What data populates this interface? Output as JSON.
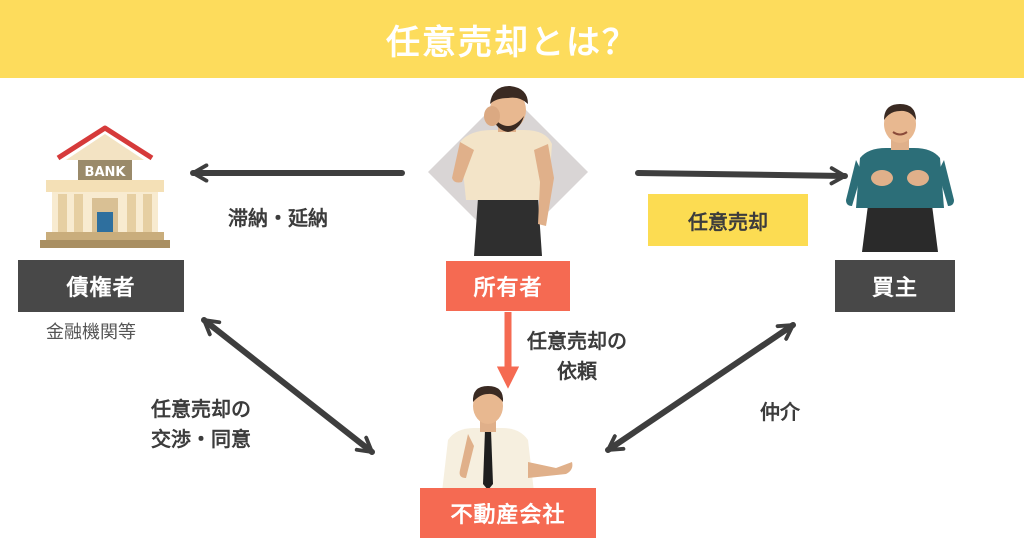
{
  "title": "任意売却とは？",
  "nodes": {
    "creditor": {
      "label": "債権者",
      "sub": "金融機関等"
    },
    "owner": {
      "label": "所有者"
    },
    "buyer": {
      "label": "買主"
    },
    "agency": {
      "label": "不動産会社"
    }
  },
  "arrows": {
    "owner_to_creditor": "滞納・延納",
    "owner_to_buyer": "任意売却",
    "owner_to_agency": [
      "任意売却の",
      "依頼"
    ],
    "creditor_agency": [
      "任意売却の",
      "交渉・同意"
    ],
    "agency_buyer": "仲介"
  },
  "bank_sign": "BANK",
  "colors": {
    "header": "#fddc5c",
    "dark_label": "#484848",
    "orange_label": "#f56a52",
    "yellow_tag": "#fcdc52",
    "arrow_dark": "#3e3e3e",
    "arrow_orange": "#f56a52"
  },
  "icons": [
    "bank-icon",
    "worried-man-icon",
    "buyer-man-icon",
    "agent-man-icon"
  ]
}
